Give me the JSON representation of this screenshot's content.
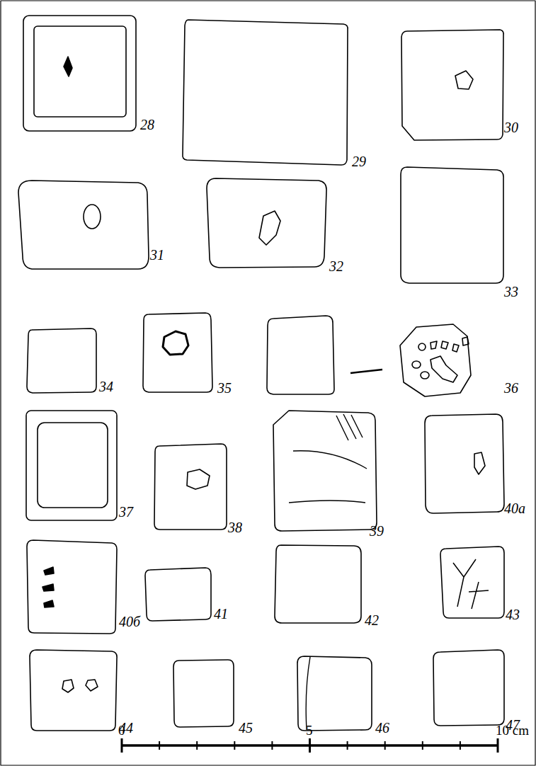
{
  "diagram": {
    "labels": [
      "28",
      "29",
      "30",
      "31",
      "32",
      "33",
      "34",
      "35",
      "36",
      "37",
      "38",
      "39",
      "40а",
      "40б",
      "41",
      "42",
      "43",
      "44",
      "45",
      "46",
      "47",
      "0",
      "5",
      "10 cm"
    ]
  }
}
